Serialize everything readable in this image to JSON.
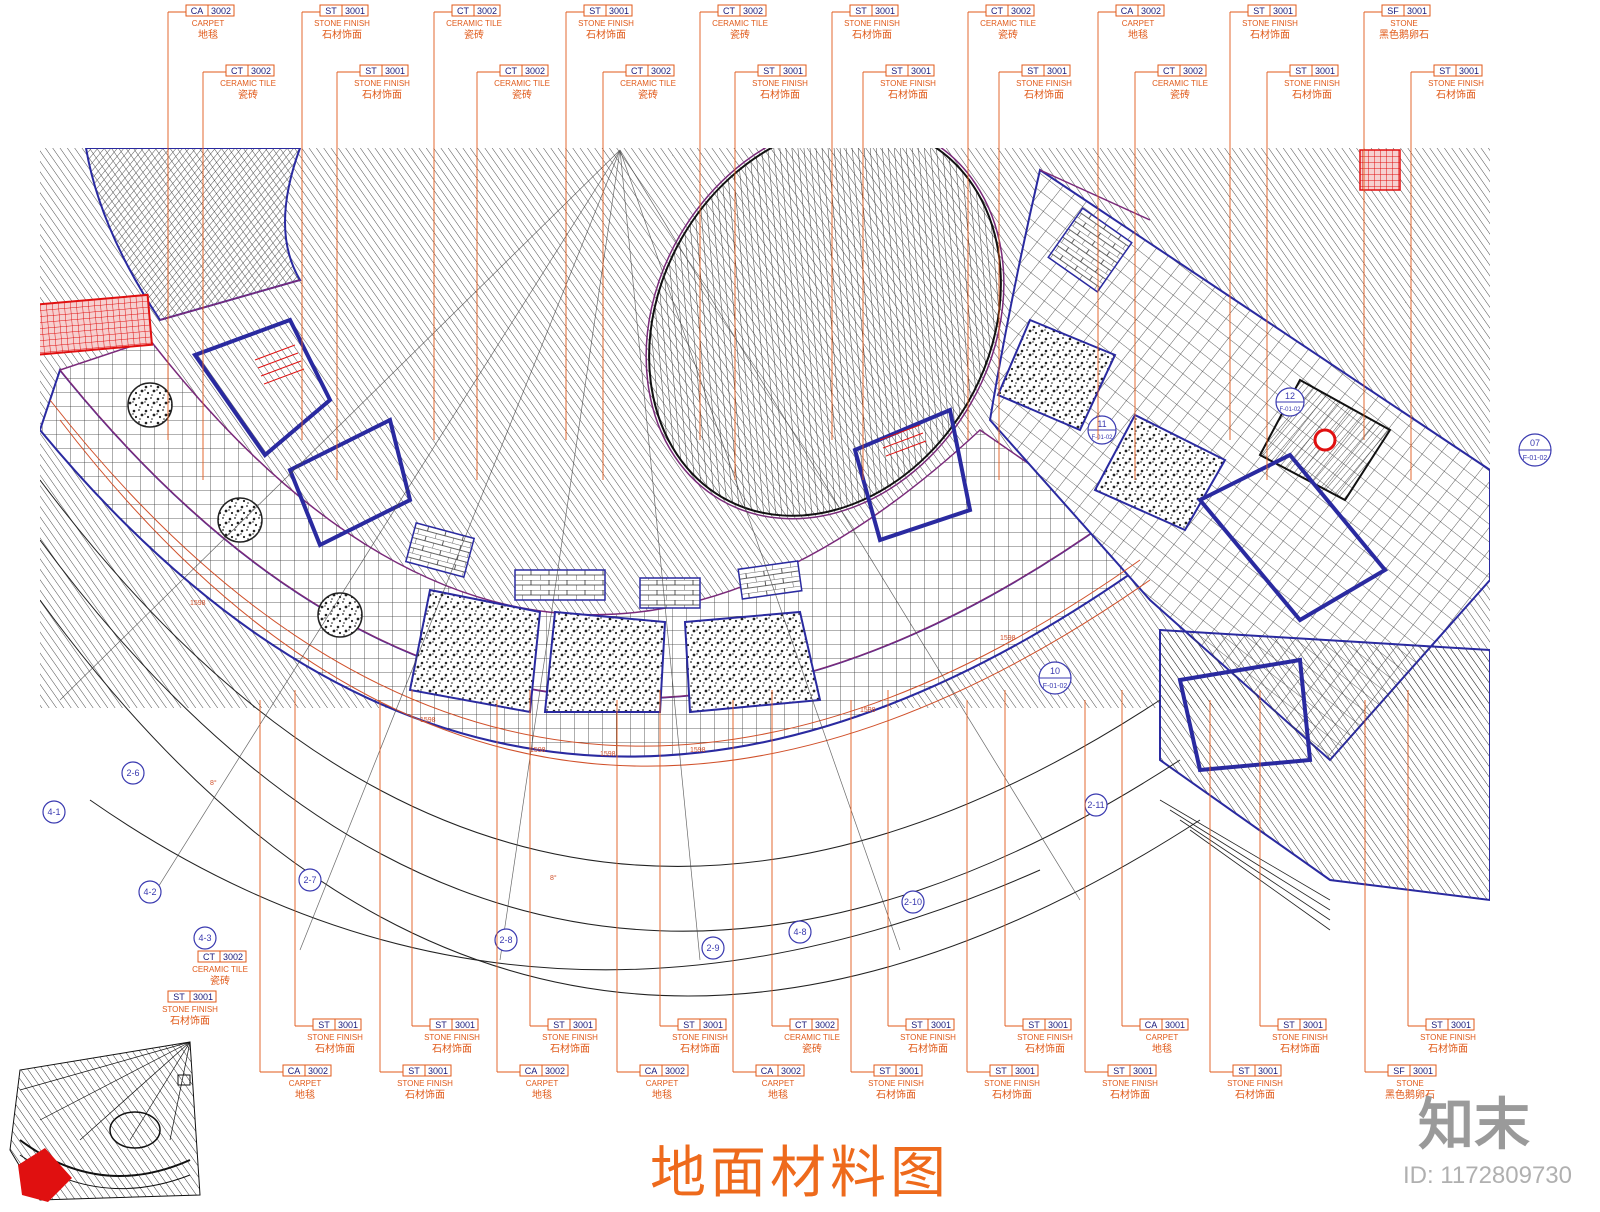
{
  "title": "地面材料图",
  "brand": "知末",
  "image_id": "ID: 1172809730",
  "colors": {
    "leader": "#e05a1a",
    "wall": "#2a2aa0",
    "hatch": "#3a3a3a",
    "accent_red": "#e01010",
    "title": "#ee6a1c"
  },
  "top_tags_row1": [
    {
      "code": "CA",
      "num": "3002",
      "en": "CARPET",
      "cn": "地毯"
    },
    {
      "code": "ST",
      "num": "3001",
      "en": "STONE FINISH",
      "cn": "石材饰面"
    },
    {
      "code": "CT",
      "num": "3002",
      "en": "CERAMIC TILE",
      "cn": "瓷砖"
    },
    {
      "code": "ST",
      "num": "3001",
      "en": "STONE FINISH",
      "cn": "石材饰面"
    },
    {
      "code": "CT",
      "num": "3002",
      "en": "CERAMIC TILE",
      "cn": "瓷砖"
    },
    {
      "code": "ST",
      "num": "3001",
      "en": "STONE FINISH",
      "cn": "石材饰面"
    },
    {
      "code": "CT",
      "num": "3002",
      "en": "CERAMIC TILE",
      "cn": "瓷砖"
    },
    {
      "code": "CA",
      "num": "3002",
      "en": "CARPET",
      "cn": "地毯"
    },
    {
      "code": "ST",
      "num": "3001",
      "en": "STONE FINISH",
      "cn": "石材饰面"
    },
    {
      "code": "SF",
      "num": "3001",
      "en": "STONE",
      "cn": "黑色鹅卵石"
    }
  ],
  "top_tags_row2": [
    {
      "code": "CT",
      "num": "3002",
      "en": "CERAMIC TILE",
      "cn": "瓷砖"
    },
    {
      "code": "ST",
      "num": "3001",
      "en": "STONE FINISH",
      "cn": "石材饰面"
    },
    {
      "code": "CT",
      "num": "3002",
      "en": "CERAMIC TILE",
      "cn": "瓷砖"
    },
    {
      "code": "CT",
      "num": "3002",
      "en": "CERAMIC TILE",
      "cn": "瓷砖"
    },
    {
      "code": "ST",
      "num": "3001",
      "en": "STONE FINISH",
      "cn": "石材饰面"
    },
    {
      "code": "ST",
      "num": "3001",
      "en": "STONE FINISH",
      "cn": "石材饰面"
    },
    {
      "code": "ST",
      "num": "3001",
      "en": "STONE FINISH",
      "cn": "石材饰面"
    },
    {
      "code": "CT",
      "num": "3002",
      "en": "CERAMIC TILE",
      "cn": "瓷砖"
    },
    {
      "code": "ST",
      "num": "3001",
      "en": "STONE FINISH",
      "cn": "石材饰面"
    },
    {
      "code": "ST",
      "num": "3001",
      "en": "STONE FINISH",
      "cn": "石材饰面"
    }
  ],
  "bottom_tags_row1": [
    {
      "code": "ST",
      "num": "3001",
      "en": "STONE FINISH",
      "cn": "石材饰面"
    },
    {
      "code": "ST",
      "num": "3001",
      "en": "STONE FINISH",
      "cn": "石材饰面"
    },
    {
      "code": "ST",
      "num": "3001",
      "en": "STONE FINISH",
      "cn": "石材饰面"
    },
    {
      "code": "ST",
      "num": "3001",
      "en": "STONE FINISH",
      "cn": "石材饰面"
    },
    {
      "code": "CT",
      "num": "3002",
      "en": "CERAMIC TILE",
      "cn": "瓷砖"
    },
    {
      "code": "ST",
      "num": "3001",
      "en": "STONE FINISH",
      "cn": "石材饰面"
    },
    {
      "code": "ST",
      "num": "3001",
      "en": "STONE FINISH",
      "cn": "石材饰面"
    },
    {
      "code": "CA",
      "num": "3001",
      "en": "CARPET",
      "cn": "地毯"
    },
    {
      "code": "ST",
      "num": "3001",
      "en": "STONE FINISH",
      "cn": "石材饰面"
    },
    {
      "code": "ST",
      "num": "3001",
      "en": "STONE FINISH",
      "cn": "石材饰面"
    }
  ],
  "bottom_tags_row2": [
    {
      "code": "CA",
      "num": "3002",
      "en": "CARPET",
      "cn": "地毯"
    },
    {
      "code": "ST",
      "num": "3001",
      "en": "STONE FINISH",
      "cn": "石材饰面"
    },
    {
      "code": "CA",
      "num": "3002",
      "en": "CARPET",
      "cn": "地毯"
    },
    {
      "code": "CA",
      "num": "3002",
      "en": "CARPET",
      "cn": "地毯"
    },
    {
      "code": "CA",
      "num": "3002",
      "en": "CARPET",
      "cn": "地毯"
    },
    {
      "code": "ST",
      "num": "3001",
      "en": "STONE FINISH",
      "cn": "石材饰面"
    },
    {
      "code": "ST",
      "num": "3001",
      "en": "STONE FINISH",
      "cn": "石材饰面"
    },
    {
      "code": "ST",
      "num": "3001",
      "en": "STONE FINISH",
      "cn": "石材饰面"
    },
    {
      "code": "ST",
      "num": "3001",
      "en": "STONE FINISH",
      "cn": "石材饰面"
    },
    {
      "code": "SF",
      "num": "3001",
      "en": "STONE",
      "cn": "黑色鹅卵石"
    }
  ],
  "left_tags": [
    {
      "code": "CT",
      "num": "3002",
      "en": "CERAMIC TILE",
      "cn": "瓷砖"
    },
    {
      "code": "ST",
      "num": "3001",
      "en": "STONE FINISH",
      "cn": "石材饰面"
    }
  ],
  "grid_bubbles": [
    "4-1",
    "2-6",
    "4-2",
    "4-3",
    "2-7",
    "2-8",
    "2-9",
    "4-8",
    "2-10",
    "2-11"
  ],
  "section_marks": [
    {
      "num": "07",
      "ref": "F-01-02"
    },
    {
      "num": "10",
      "ref": "F-01-02"
    },
    {
      "num": "11",
      "ref": "F-01-02"
    },
    {
      "num": "12",
      "ref": "F-01-02"
    }
  ],
  "dimension_label": "1598",
  "radial_label": "8°"
}
